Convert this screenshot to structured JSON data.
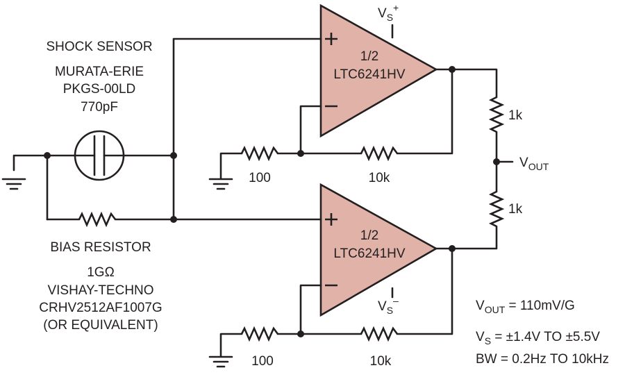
{
  "sensor": {
    "title": "SHOCK SENSOR",
    "maker": "MURATA-ERIE",
    "part": "PKGS-00LD",
    "capacitance": "770pF"
  },
  "bias": {
    "title": "BIAS RESISTOR",
    "value": "1GΩ",
    "maker": "VISHAY-TECHNO",
    "part": "CRHV2512AF1007G",
    "note": "(OR EQUIVALENT)"
  },
  "amp_top": {
    "fraction": "1/2",
    "part": "LTC6241HV",
    "plus": "+",
    "minus": "–"
  },
  "amp_bottom": {
    "fraction": "1/2",
    "part": "LTC6241HV",
    "plus": "+",
    "minus": "–"
  },
  "supply": {
    "base": "V",
    "sub": "S",
    "pos": "+",
    "neg": "–"
  },
  "resistors": {
    "top_gain": "100",
    "top_feedback": "10k",
    "bottom_gain": "100",
    "bottom_feedback": "10k",
    "out_top": "1k",
    "out_bottom": "1k"
  },
  "output": {
    "base": "V",
    "sub": "OUT"
  },
  "specs": {
    "sensitivity": {
      "base": "V",
      "sub": "OUT",
      "rest": " = 110mV/G"
    },
    "supply": {
      "base": "V",
      "sub": "S",
      "rest": " = ±1.4V TO ±5.5V"
    },
    "bandwidth": "BW = 0.2Hz TO 10kHz"
  }
}
